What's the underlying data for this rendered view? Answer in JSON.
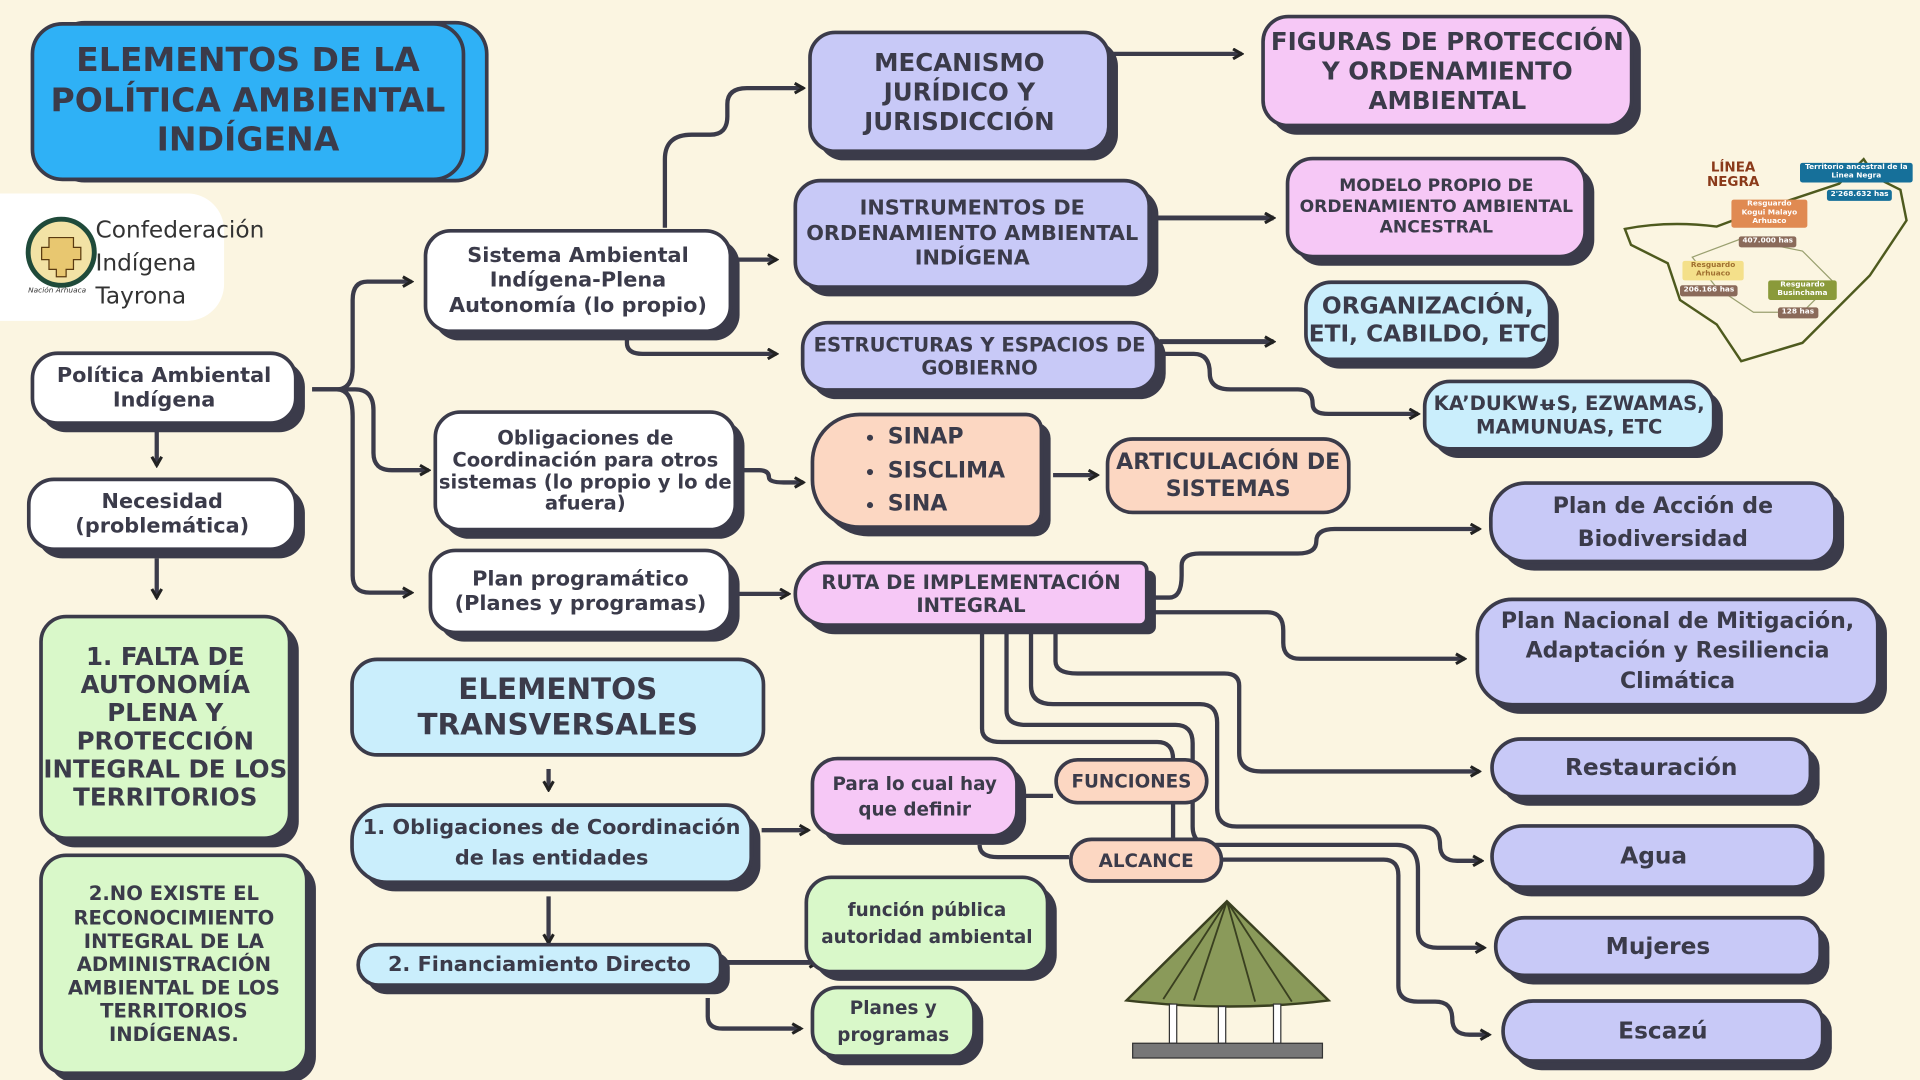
{
  "title": "ELEMENTOS DE LA POLÍTICA AMBIENTAL INDÍGENA",
  "logo": {
    "line1": "Confederación",
    "line2": "Indígena",
    "line3": "Tayrona",
    "caption": "Nación Arhuaca"
  },
  "left": {
    "politica": "Política Ambiental Indígena",
    "necesidad": "Necesidad (problemática)",
    "falta": "1. FALTA DE AUTONOMÍA PLENA Y PROTECCIÓN INTEGRAL DE LOS TERRITORIOS",
    "no_existe": "2.NO EXISTE EL RECONOCIMIENTO INTEGRAL DE LA ADMINISTRACIÓN AMBIENTAL DE LOS TERRITORIOS INDÍGENAS."
  },
  "middle": {
    "sistema": "Sistema Ambiental Indígena-Plena Autonomía (lo propio)",
    "obligaciones": "Obligaciones de Coordinación para otros sistemas (lo propio y lo de afuera)",
    "plan_programatico": "Plan programático (Planes y programas)"
  },
  "sistema_branch": {
    "mecanismo": "MECANISMO JURÍDICO Y JURISDICCIÓN",
    "figuras": "FIGURAS DE PROTECCIÓN Y ORDENAMIENTO AMBIENTAL",
    "instrumentos": "INSTRUMENTOS DE ORDENAMIENTO AMBIENTAL INDÍGENA",
    "modelo": "MODELO PROPIO DE ORDENAMIENTO AMBIENTAL ANCESTRAL",
    "estructuras": "ESTRUCTURAS Y ESPACIOS DE GOBIERNO",
    "organizacion": "ORGANIZACIÓN, ETI, CABILDO, ETC",
    "kadukwus": "KA’DUKWʉS, EZWAMAS, MAMUNUAS, ETC"
  },
  "coordinacion": {
    "systems": [
      "SINAP",
      "SISCLIMA",
      "SINA"
    ],
    "articulacion": "ARTICULACIÓN DE SISTEMAS"
  },
  "ruta": {
    "label": "RUTA DE IMPLEMENTACIÓN INTEGRAL",
    "items": [
      "Plan de Acción de Biodiversidad",
      "Plan Nacional de Mitigación, Adaptación y Resiliencia Climática",
      "Restauración",
      "Agua",
      "Mujeres",
      "Escazú"
    ]
  },
  "transversales": {
    "title": "ELEMENTOS TRANSVERSALES",
    "item1": "1. Obligaciones de Coordinación de las entidades",
    "item2": "2. Financiamiento Directo",
    "para_lo_cual": "Para lo cual hay que definir",
    "funciones": "FUNCIONES",
    "alcance": "ALCANCE",
    "funcion_publica": "función pública autoridad ambiental",
    "planes": "Planes y programas"
  },
  "map": {
    "title_line1": "LÍNEA",
    "title_line2": "NEGRA",
    "territorio": "Territorio ancestral de la Linea Negra",
    "territorio_area": "2'268.632 has",
    "kogui": "Resguardo Kogui Malayo Arhuaco",
    "kogui_area": "407.000 has",
    "arhuaco": "Resguardo Arhuaco",
    "arhuaco_area": "206.166 has",
    "businchama": "Resguardo Businchama",
    "businchama_area": "128 has"
  },
  "colors": {
    "background": "#fbf5e1",
    "title": "#2fb1f6",
    "lavender": "#c8c9f7",
    "pink": "#f6c8f6",
    "light_blue": "#caeefc",
    "green": "#d9f8c9",
    "peach": "#fcd7c2",
    "outline": "#3b3b4a"
  }
}
